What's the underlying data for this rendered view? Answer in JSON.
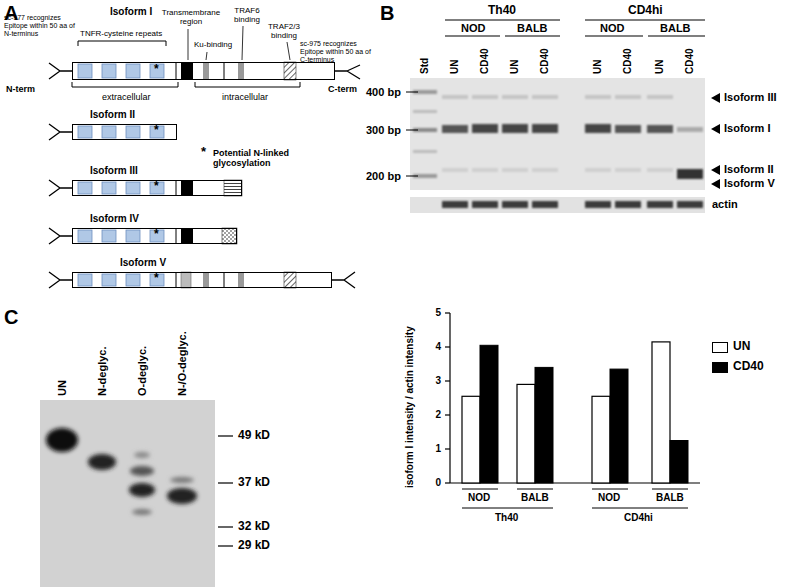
{
  "diagram": {
    "nodes": [
      {
        "text": [
          "Isoform I"
        ]
      },
      {
        "text": [
          "Isoform II"
        ]
      },
      {
        "text": [
          "Isoform III"
        ]
      },
      {
        "text": [
          "Isoform IV"
        ]
      },
      {
        "text": [
          "Isoform V"
        ]
      }
    ],
    "labels": [
      "A",
      "sc-977 recognizes Epitope within 50 aa of N-terminus",
      "TNFR-cysteine repeats",
      "Transmembrane region",
      "Ku-binding",
      "TRAF6 binding",
      "TRAF2/3 binding",
      "sc-975 recognizes Epitope within 50 aa of C-terminus",
      "N-term",
      "extracellular",
      "intracellular",
      "C-term",
      "*",
      "*",
      "*",
      "Potential N-linked glycosylation",
      "*",
      "*",
      "*",
      "B",
      "Th40",
      "CD4hi",
      "NOD",
      "BALB",
      "NOD",
      "BALB",
      "Std",
      "UN",
      "CD40",
      "UN",
      "CD40",
      "UN",
      "CD40",
      "UN",
      "CD40",
      "400 bp",
      "300 bp",
      "200 bp",
      "Isoform III",
      "Isoform I",
      "Isoform II",
      "Isoform V",
      "actin",
      "isoform I intensity / actin intensity",
      "0",
      "1",
      "2",
      "3",
      "4",
      "5",
      "NOD",
      "BALB",
      "NOD",
      "BALB",
      "Th40",
      "CD4hi",
      "C",
      "UN",
      "N-deglyc.",
      "O-deglyc.",
      "N-/O-deglyc.",
      "49 kD",
      "37 kD",
      "32 kD",
      "29 kD"
    ],
    "legend": [
      {
        "text": "UN",
        "color": "#ffffff"
      },
      {
        "text": "CD40",
        "color": "#000000"
      }
    ]
  }
}
